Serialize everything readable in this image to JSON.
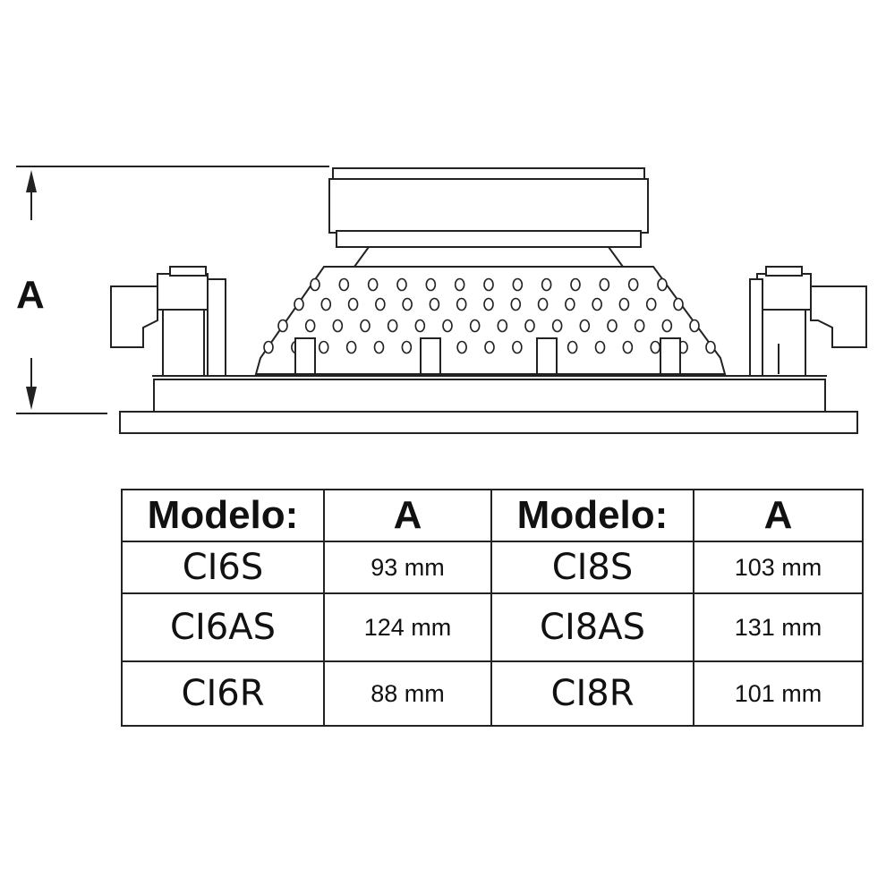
{
  "dimension_label": "A",
  "table": {
    "headers": [
      "Modelo:",
      "A",
      "Modelo:",
      "A"
    ],
    "rows": [
      {
        "model_left": "CI6S",
        "a_left": "93 mm",
        "model_right": "CI8S",
        "a_right": "103 mm"
      },
      {
        "model_left": "CI6AS",
        "a_left": "124 mm",
        "model_right": "CI8AS",
        "a_right": "131 mm"
      },
      {
        "model_left": "CI6R",
        "a_left": "88 mm",
        "model_right": "CI8R",
        "a_right": "101 mm"
      }
    ]
  },
  "colors": {
    "line": "#222222",
    "background": "#ffffff"
  }
}
